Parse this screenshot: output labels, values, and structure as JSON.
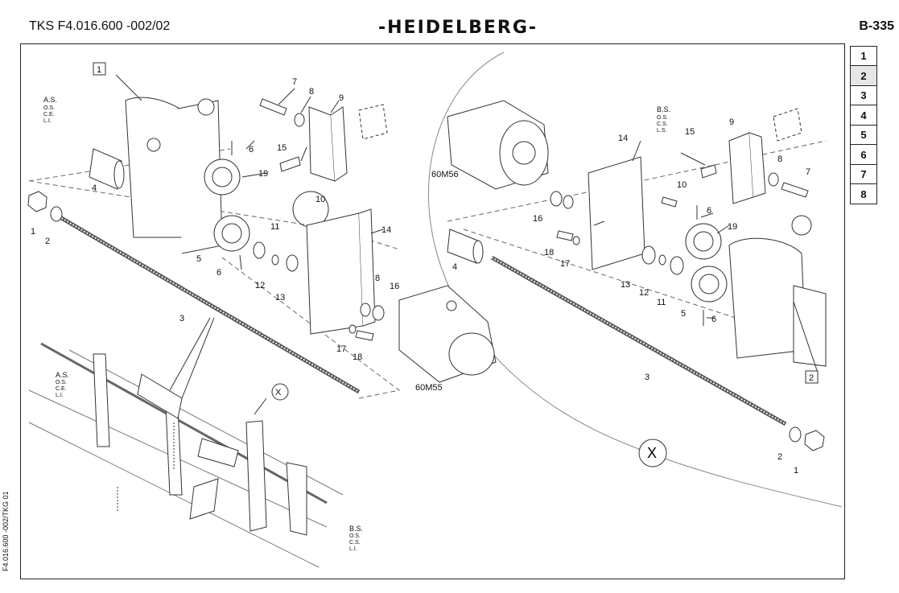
{
  "header": {
    "doc_id": "TKS F4.016.600 -002/02",
    "brand": "HEIDELBERG",
    "page": "B-335"
  },
  "side_reference": "F4.016.600 -002/TKG 01",
  "nav_tabs": [
    "1",
    "2",
    "3",
    "4",
    "5",
    "6",
    "7",
    "8"
  ],
  "active_tab": "2",
  "figure": {
    "views": [
      "1",
      "2"
    ],
    "detail_marker": "X",
    "left_side_label": {
      "title": "A.S.",
      "lines": [
        "O.S.",
        "C.E.",
        "L.I."
      ]
    },
    "right_side_label": {
      "title": "B.S.",
      "lines": [
        "O.S.",
        "C.S.",
        "L.S."
      ]
    },
    "bottom_left_labels": [
      {
        "title": "A.S.",
        "lines": [
          "O.S.",
          "C.E.",
          "L.I."
        ]
      },
      {
        "title": "B.S.",
        "lines": [
          "O.S.",
          "C.S.",
          "L.I."
        ]
      }
    ],
    "motors": [
      "60M56",
      "60M55"
    ],
    "left_callouts": [
      "7",
      "8",
      "9",
      "15",
      "6",
      "19",
      "4",
      "10",
      "1",
      "2",
      "11",
      "14",
      "5",
      "6",
      "12",
      "13",
      "3",
      "8",
      "16",
      "17",
      "18"
    ],
    "right_callouts": [
      "9",
      "15",
      "8",
      "7",
      "14",
      "10",
      "6",
      "19",
      "16",
      "4",
      "18",
      "17",
      "13",
      "12",
      "11",
      "5",
      "6",
      "3",
      "2",
      "1"
    ]
  }
}
